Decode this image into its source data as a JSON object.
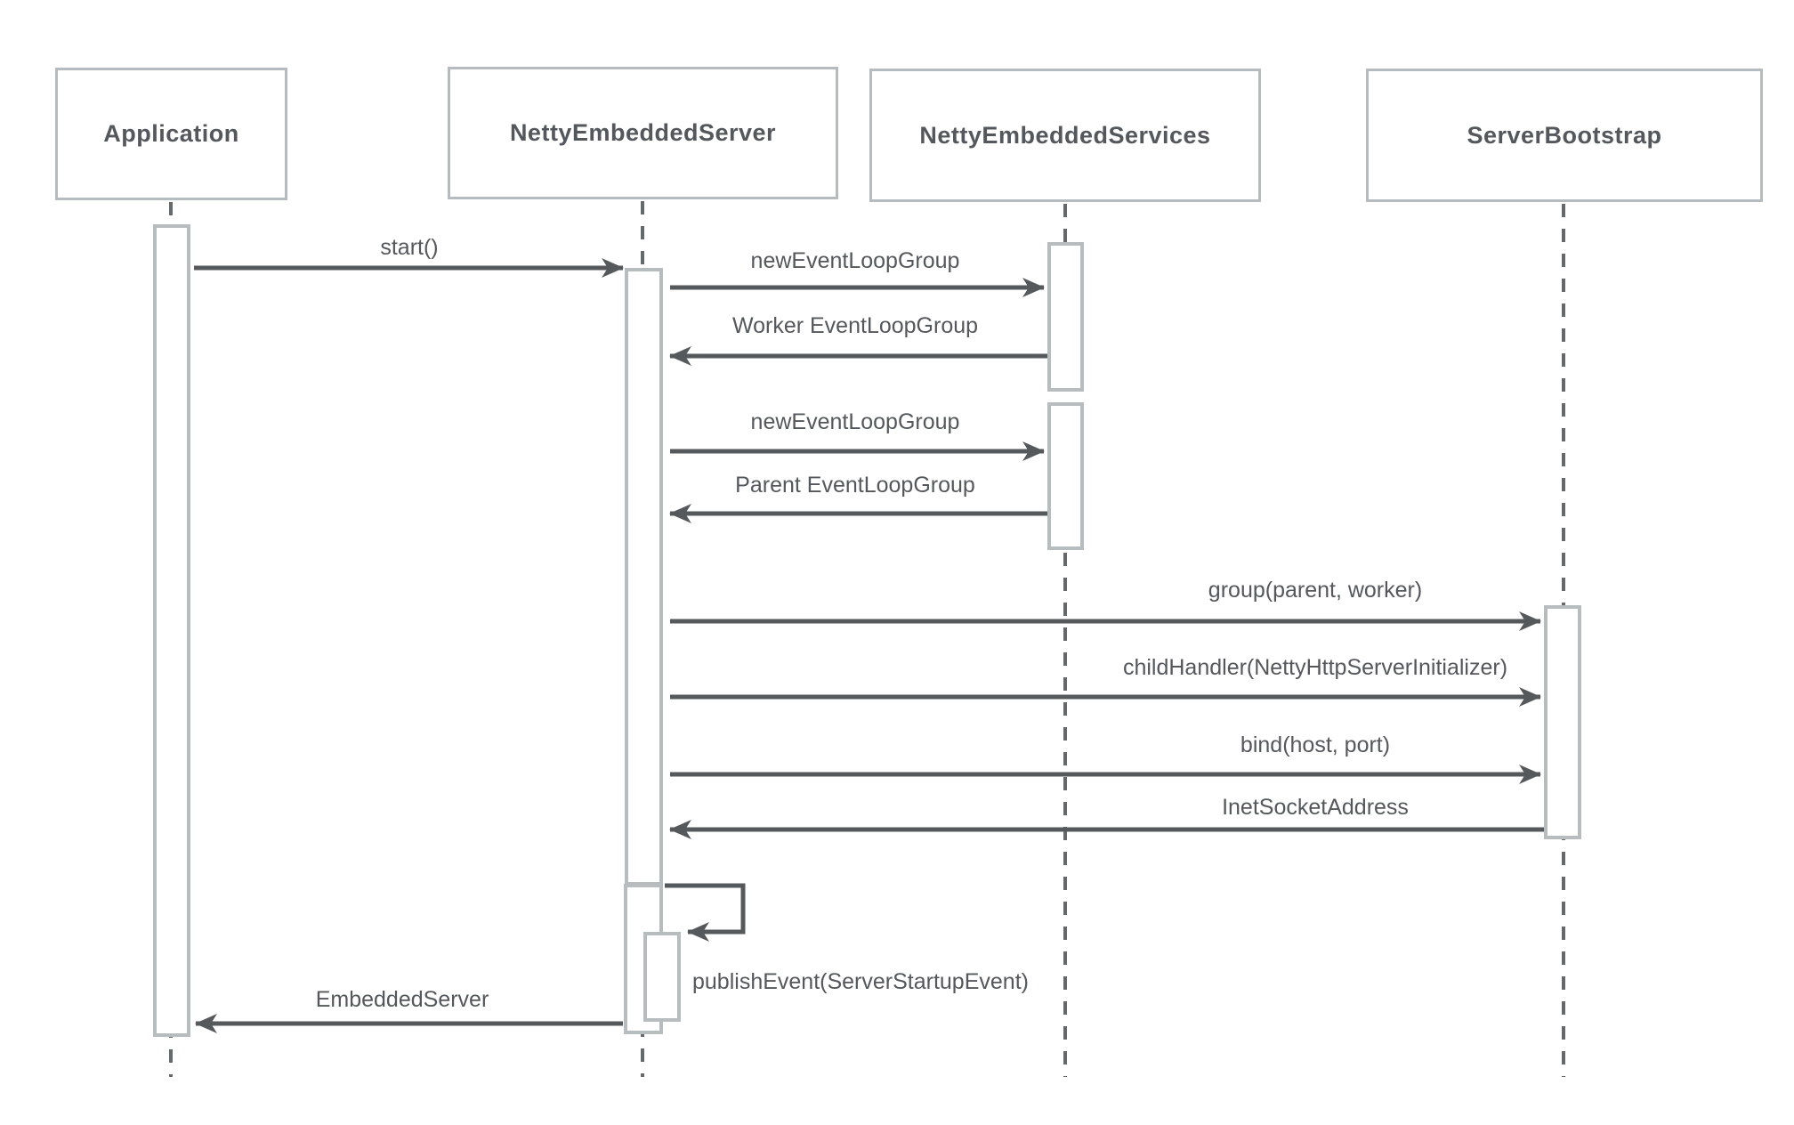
{
  "participants": [
    {
      "name": "Application"
    },
    {
      "name": "NettyEmbeddedServer"
    },
    {
      "name": "NettyEmbeddedServices"
    },
    {
      "name": "ServerBootstrap"
    }
  ],
  "messages": [
    {
      "label": "start()",
      "from": "Application",
      "to": "NettyEmbeddedServer",
      "kind": "call"
    },
    {
      "label": "newEventLoopGroup",
      "from": "NettyEmbeddedServer",
      "to": "NettyEmbeddedServices",
      "kind": "call"
    },
    {
      "label": "Worker EventLoopGroup",
      "from": "NettyEmbeddedServices",
      "to": "NettyEmbeddedServer",
      "kind": "return"
    },
    {
      "label": "newEventLoopGroup",
      "from": "NettyEmbeddedServer",
      "to": "NettyEmbeddedServices",
      "kind": "call"
    },
    {
      "label": "Parent EventLoopGroup",
      "from": "NettyEmbeddedServices",
      "to": "NettyEmbeddedServer",
      "kind": "return"
    },
    {
      "label": "group(parent, worker)",
      "from": "NettyEmbeddedServer",
      "to": "ServerBootstrap",
      "kind": "call"
    },
    {
      "label": "childHandler(NettyHttpServerInitializer)",
      "from": "NettyEmbeddedServer",
      "to": "ServerBootstrap",
      "kind": "call"
    },
    {
      "label": "bind(host, port)",
      "from": "NettyEmbeddedServer",
      "to": "ServerBootstrap",
      "kind": "call"
    },
    {
      "label": "InetSocketAddress",
      "from": "ServerBootstrap",
      "to": "NettyEmbeddedServer",
      "kind": "return"
    },
    {
      "label": "publishEvent(ServerStartupEvent)",
      "from": "NettyEmbeddedServer",
      "to": "NettyEmbeddedServer",
      "kind": "self"
    },
    {
      "label": "EmbeddedServer",
      "from": "NettyEmbeddedServer",
      "to": "Application",
      "kind": "return"
    }
  ],
  "colors": {
    "background": "#ffffff",
    "box_border": "#b5bbbe",
    "bar_border": "#b7bcbf",
    "lifeline": "#64696c",
    "arrow": "#55595c",
    "text": "#54585c"
  }
}
